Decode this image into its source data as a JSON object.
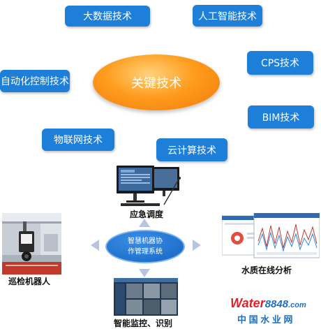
{
  "technologies": [
    "大数据技术",
    "人工智能技术",
    "CPS技术",
    "自动化控制技术",
    "BIM技术",
    "物联网技术",
    "云计算技术"
  ],
  "core": "关键技术",
  "system": {
    "line1": "智慧机器协",
    "line2": "作管理系统"
  },
  "modules": {
    "top": "应急调度",
    "right": "水质在线分析",
    "left": "巡检机器人",
    "bottom": "智能监控、识别"
  },
  "watermark": {
    "brand_a": "Water",
    "brand_b": "8848",
    "brand_c": ".com",
    "sub": "中 国 水 业 网"
  },
  "colors": {
    "tech_blue": "#1e7fd8",
    "core_orange": "#f58a10",
    "system_blue": "#1565c0"
  }
}
